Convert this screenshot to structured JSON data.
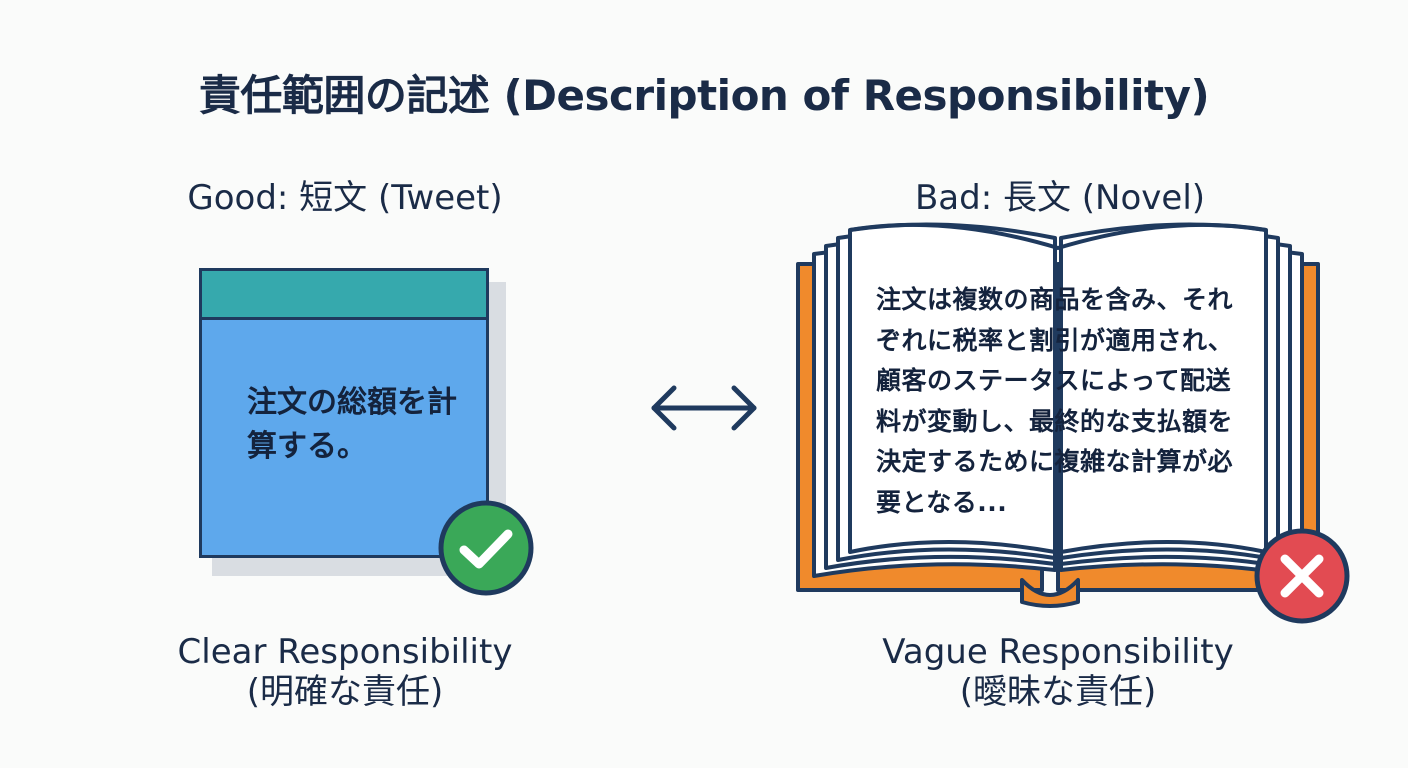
{
  "title": "責任範囲の記述 (Description of Responsibility)",
  "good": {
    "heading": "Good: 短文 (Tweet)",
    "note_text": "注文の総額を計算する。",
    "caption": "Clear Responsibility",
    "caption_jp": "(明確な責任)",
    "badge_icon": "check-icon",
    "note_color": "#5ea8ec",
    "header_color": "#36a9ad",
    "badge_color": "#3aa858"
  },
  "bad": {
    "heading": "Bad: 長文 (Novel)",
    "book_text": "注文は複数の商品を含み、それぞれに税率と割引が適用され、顧客のステータスによって配送料が変動し、最終的な支払額を決定するために複雑な計算が必要となる...",
    "caption": "Vague Responsibility",
    "caption_jp": "(曖昧な責任)",
    "badge_icon": "cross-icon",
    "cover_color": "#f08a2c",
    "badge_color": "#e24b52"
  },
  "connector_icon": "double-arrow-icon"
}
